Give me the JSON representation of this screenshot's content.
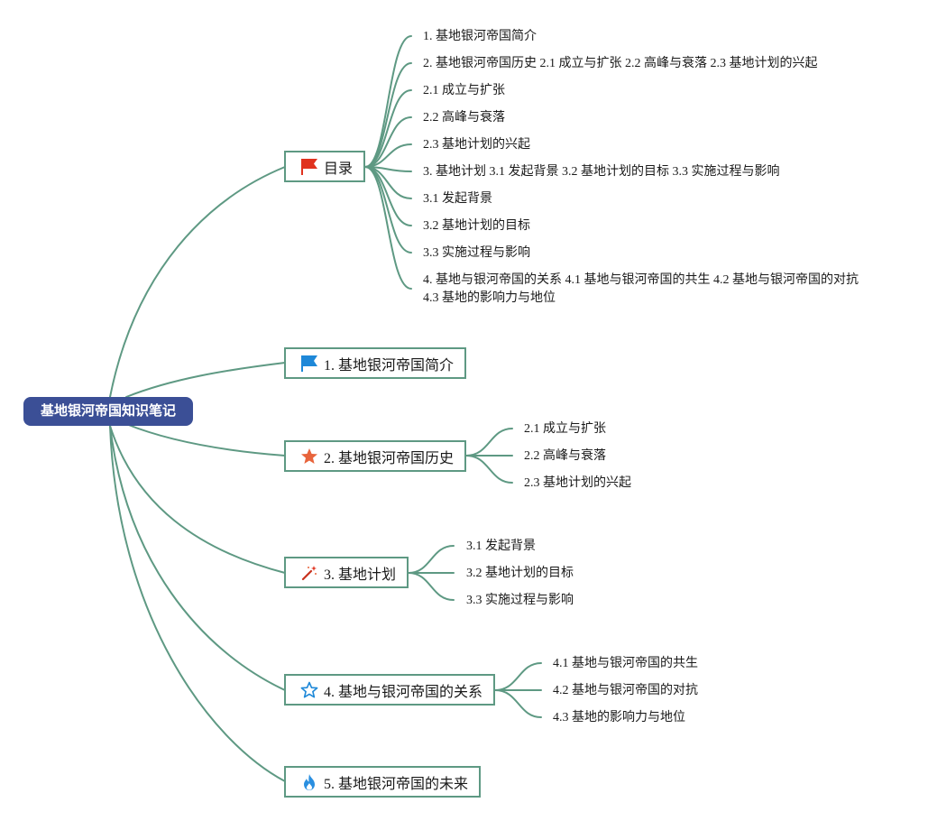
{
  "root": {
    "label": "基地银河帝国知识笔记"
  },
  "topics": {
    "toc": {
      "label": "目录",
      "icon": "red-flag-icon",
      "children": [
        "1. 基地银河帝国简介",
        "2. 基地银河帝国历史 2.1 成立与扩张 2.2 高峰与衰落 2.3 基地计划的兴起",
        "2.1 成立与扩张",
        "2.2 高峰与衰落",
        "2.3 基地计划的兴起",
        "3. 基地计划 3.1 发起背景 3.2 基地计划的目标 3.3 实施过程与影响",
        "3.1 发起背景",
        "3.2 基地计划的目标",
        "3.3 实施过程与影响",
        "4. 基地与银河帝国的关系 4.1 基地与银河帝国的共生 4.2 基地与银河帝国的对抗",
        "4.3 基地的影响力与地位"
      ]
    },
    "intro": {
      "label": "1. 基地银河帝国简介",
      "icon": "blue-flag-icon"
    },
    "history": {
      "label": "2. 基地银河帝国历史",
      "icon": "orange-star-icon",
      "children": [
        "2.1 成立与扩张",
        "2.2 高峰与衰落",
        "2.3 基地计划的兴起"
      ]
    },
    "plan": {
      "label": "3. 基地计划",
      "icon": "magic-wand-icon",
      "children": [
        "3.1 发起背景",
        "3.2 基地计划的目标",
        "3.3 实施过程与影响"
      ]
    },
    "relation": {
      "label": "4. 基地与银河帝国的关系",
      "icon": "outline-star-icon",
      "children": [
        "4.1 基地与银河帝国的共生",
        "4.2 基地与银河帝国的对抗",
        "4.3 基地的影响力与地位"
      ]
    },
    "future": {
      "label": "5. 基地银河帝国的未来",
      "icon": "flame-icon"
    }
  },
  "colors": {
    "root_bg": "#3b4f96",
    "branch_line": "#5e9983",
    "flag_red": "#e0321e",
    "flag_blue": "#1e88d8",
    "star_orange": "#e8643c",
    "flame_blue": "#2a8fe0"
  }
}
